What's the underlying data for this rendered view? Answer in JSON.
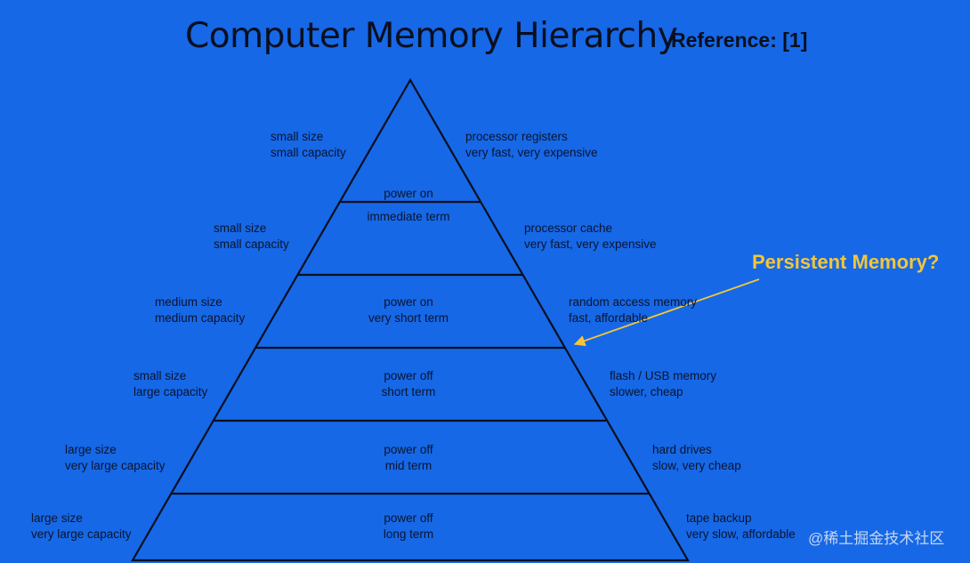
{
  "title": "Computer Memory Hierarchy",
  "reference": "Reference: [1]",
  "annotation": "Persistent Memory?",
  "watermark": "@稀土掘金技术社区",
  "colors": {
    "background": "#1668e6",
    "annotation": "#f3c63a",
    "lines": "#0a0f1e"
  },
  "levels": [
    {
      "left": [
        "small size",
        "small capacity"
      ],
      "center": [
        "power on",
        "immediate term"
      ],
      "right": [
        "processor registers",
        "very fast, very expensive"
      ]
    },
    {
      "left": [
        "small size",
        "small capacity"
      ],
      "center": [],
      "right": [
        "processor cache",
        "very fast, very expensive"
      ]
    },
    {
      "left": [
        "medium size",
        "medium capacity"
      ],
      "center": [
        "power on",
        "very short term"
      ],
      "right": [
        "random access memory",
        "fast, affordable"
      ]
    },
    {
      "left": [
        "small size",
        "large capacity"
      ],
      "center": [
        "power off",
        "short term"
      ],
      "right": [
        "flash / USB memory",
        "slower, cheap"
      ]
    },
    {
      "left": [
        "large size",
        "very large capacity"
      ],
      "center": [
        "power off",
        "mid term"
      ],
      "right": [
        "hard drives",
        "slow, very cheap"
      ]
    },
    {
      "left": [
        "large size",
        "very large capacity"
      ],
      "center": [
        "power off",
        "long term"
      ],
      "right": [
        "tape backup",
        "very slow, affordable"
      ]
    }
  ]
}
